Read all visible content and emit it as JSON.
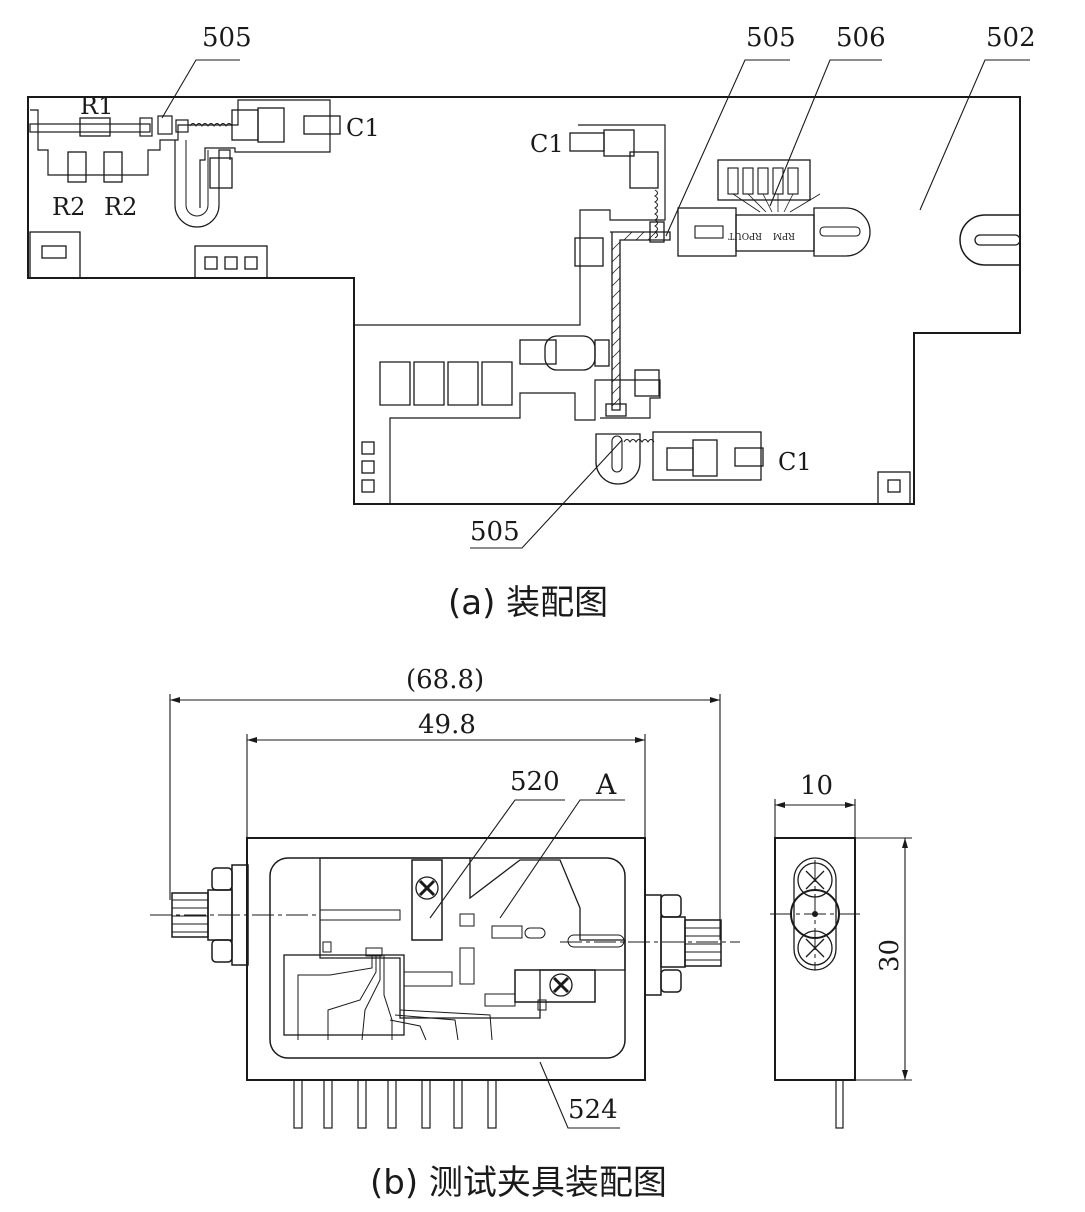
{
  "figure_a": {
    "caption": "(a) 装配图",
    "labels": {
      "ref_505_top_left": "505",
      "ref_505_top_right": "505",
      "ref_506": "506",
      "ref_502": "502",
      "ref_505_bottom": "505",
      "r1": "R1",
      "r2_left": "R2",
      "r2_right": "R2",
      "c1_top_left": "C1",
      "c1_middle": "C1",
      "c1_bottom": "C1",
      "chip_text_1": "RPM",
      "chip_text_2": "RPOUT"
    }
  },
  "figure_b": {
    "caption": "(b) 测试夹具装配图",
    "labels": {
      "dim_overall": "(68.8)",
      "dim_body": "49.8",
      "dim_side_width": "10",
      "dim_side_height": "30",
      "ref_520": "520",
      "ref_a": "A",
      "ref_524": "524"
    }
  },
  "colors": {
    "line": "#1a1a1a",
    "background": "#ffffff"
  }
}
